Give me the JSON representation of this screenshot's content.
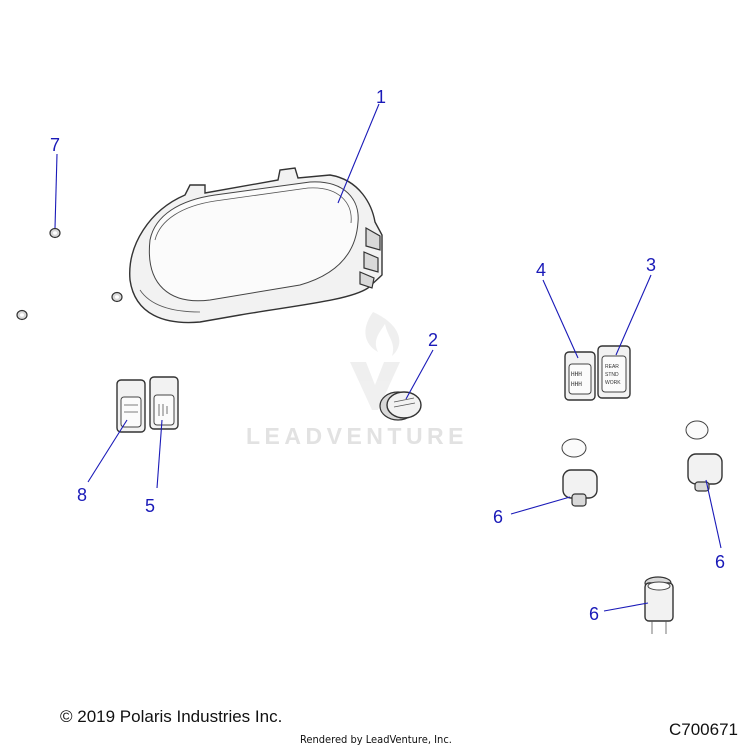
{
  "watermark": {
    "brand": "LEADVENTURE"
  },
  "callouts": [
    {
      "id": "callout-1",
      "label": "1"
    },
    {
      "id": "callout-2",
      "label": "2"
    },
    {
      "id": "callout-3",
      "label": "3"
    },
    {
      "id": "callout-4",
      "label": "4"
    },
    {
      "id": "callout-5",
      "label": "5"
    },
    {
      "id": "callout-6a",
      "label": "6"
    },
    {
      "id": "callout-6b",
      "label": "6"
    },
    {
      "id": "callout-6c",
      "label": "6"
    },
    {
      "id": "callout-7",
      "label": "7"
    },
    {
      "id": "callout-8",
      "label": "8"
    }
  ],
  "switch_legends": {
    "switch_3": [
      "REAR",
      "STND",
      "WORK"
    ]
  },
  "footer": {
    "copyright": "© 2019 Polaris Industries Inc.",
    "rendered_by": "Rendered by LeadVenture, Inc.",
    "diagram_id": "C700671"
  }
}
